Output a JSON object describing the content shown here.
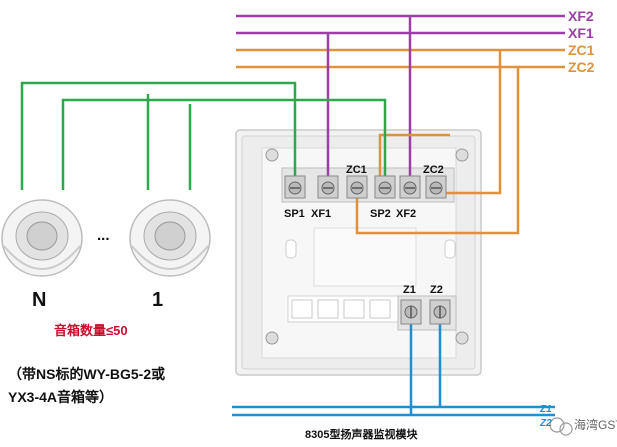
{
  "bus_labels": {
    "xf2": "XF2",
    "xf1": "XF1",
    "zc1": "ZC1",
    "zc2": "ZC2"
  },
  "terminal_labels": {
    "sp1": "SP1",
    "xf1": "XF1",
    "zc1": "ZC1",
    "sp2": "SP2",
    "xf2": "XF2",
    "zc2": "ZC2",
    "z1": "Z1",
    "z2": "Z2"
  },
  "speakers": {
    "left_label": "N",
    "right_label": "1",
    "ellipsis": "..."
  },
  "notes": {
    "count_limit": "音箱数量≤50",
    "model_line1": "（带NS标的WY-BG5-2或",
    "model_line2": "YX3-4A音箱等）"
  },
  "module_caption": "8305型扬声器监视模块",
  "bottom_bus_labels": {
    "z1": "Z1",
    "z2": "Z2"
  },
  "watermark": "海湾GST",
  "colors": {
    "purple": "#9b3fa6",
    "orange": "#e0913b",
    "green": "#2ea84a",
    "blue": "#1f8fd0",
    "red_note": "#c8102e"
  }
}
